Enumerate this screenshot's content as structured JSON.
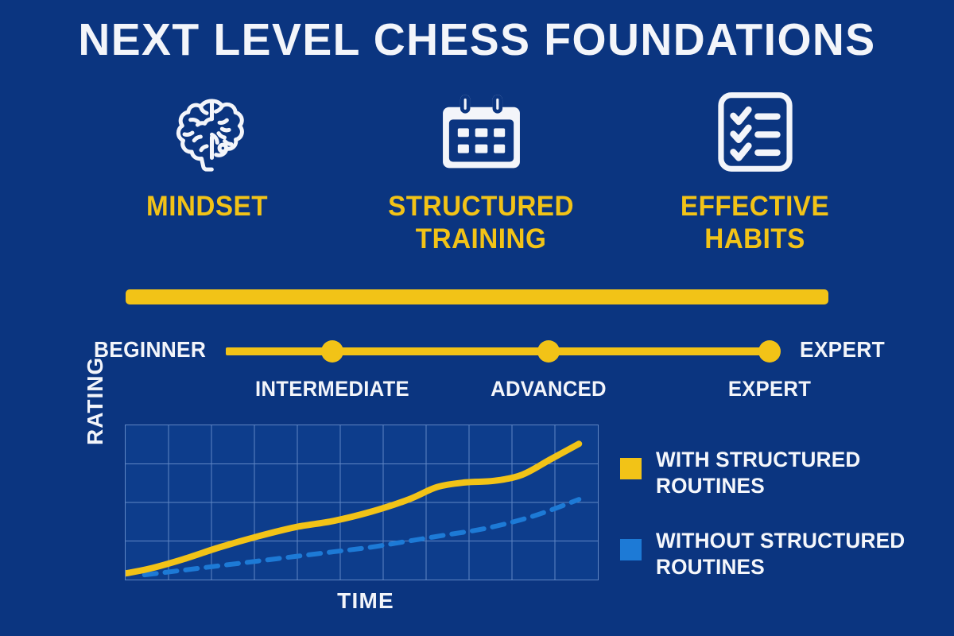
{
  "colors": {
    "background": "#0b3580",
    "accent_yellow": "#f2c317",
    "accent_blue": "#1d7ad6",
    "text_white": "#f3f5fa",
    "panel": "#0d3d8c",
    "gridline": "#5f86c4"
  },
  "header": {
    "title": "NEXT LEVEL CHESS FOUNDATIONS"
  },
  "pillars": [
    {
      "icon": "brain-icon",
      "label": "MINDSET"
    },
    {
      "icon": "calendar-icon",
      "label": "STRUCTURED\nTRAINING"
    },
    {
      "icon": "checklist-icon",
      "label": "EFFECTIVE\nHABITS"
    }
  ],
  "journey": {
    "start_label": "BEGINNER",
    "end_label": "EXPERT",
    "stages": [
      {
        "label": "INTERMEDIATE",
        "x": 418
      },
      {
        "label": "ADVANCED",
        "x": 690
      },
      {
        "label": "EXPERT",
        "x": 968
      }
    ]
  },
  "chart_data": {
    "type": "line",
    "title": "",
    "xlabel": "TIME",
    "ylabel": "RATING",
    "grid": true,
    "grid_columns": 11,
    "grid_rows": 4,
    "xlim": [
      0,
      100
    ],
    "ylim": [
      0,
      100
    ],
    "legend_position": "right",
    "series": [
      {
        "name": "WITH STRUCTURED ROUTINES",
        "color": "#f2c317",
        "style": "solid",
        "x": [
          0,
          5,
          12,
          20,
          28,
          36,
          44,
          52,
          60,
          66,
          72,
          78,
          84,
          90,
          96
        ],
        "y": [
          4,
          7,
          13,
          21,
          28,
          34,
          38,
          44,
          52,
          60,
          63,
          64,
          68,
          78,
          88
        ]
      },
      {
        "name": "WITHOUT STRUCTURED ROUTINES",
        "color": "#1d7ad6",
        "style": "dashed",
        "x": [
          4,
          12,
          20,
          28,
          36,
          44,
          52,
          60,
          68,
          76,
          84,
          90,
          96
        ],
        "y": [
          3,
          6,
          9,
          12,
          15,
          18,
          21,
          25,
          29,
          33,
          39,
          45,
          52
        ]
      }
    ]
  },
  "legend": [
    {
      "swatch": "yellow",
      "label": "WITH STRUCTURED ROUTINES"
    },
    {
      "swatch": "blue",
      "label": "WITHOUT STRUCTURED ROUTINES"
    }
  ]
}
